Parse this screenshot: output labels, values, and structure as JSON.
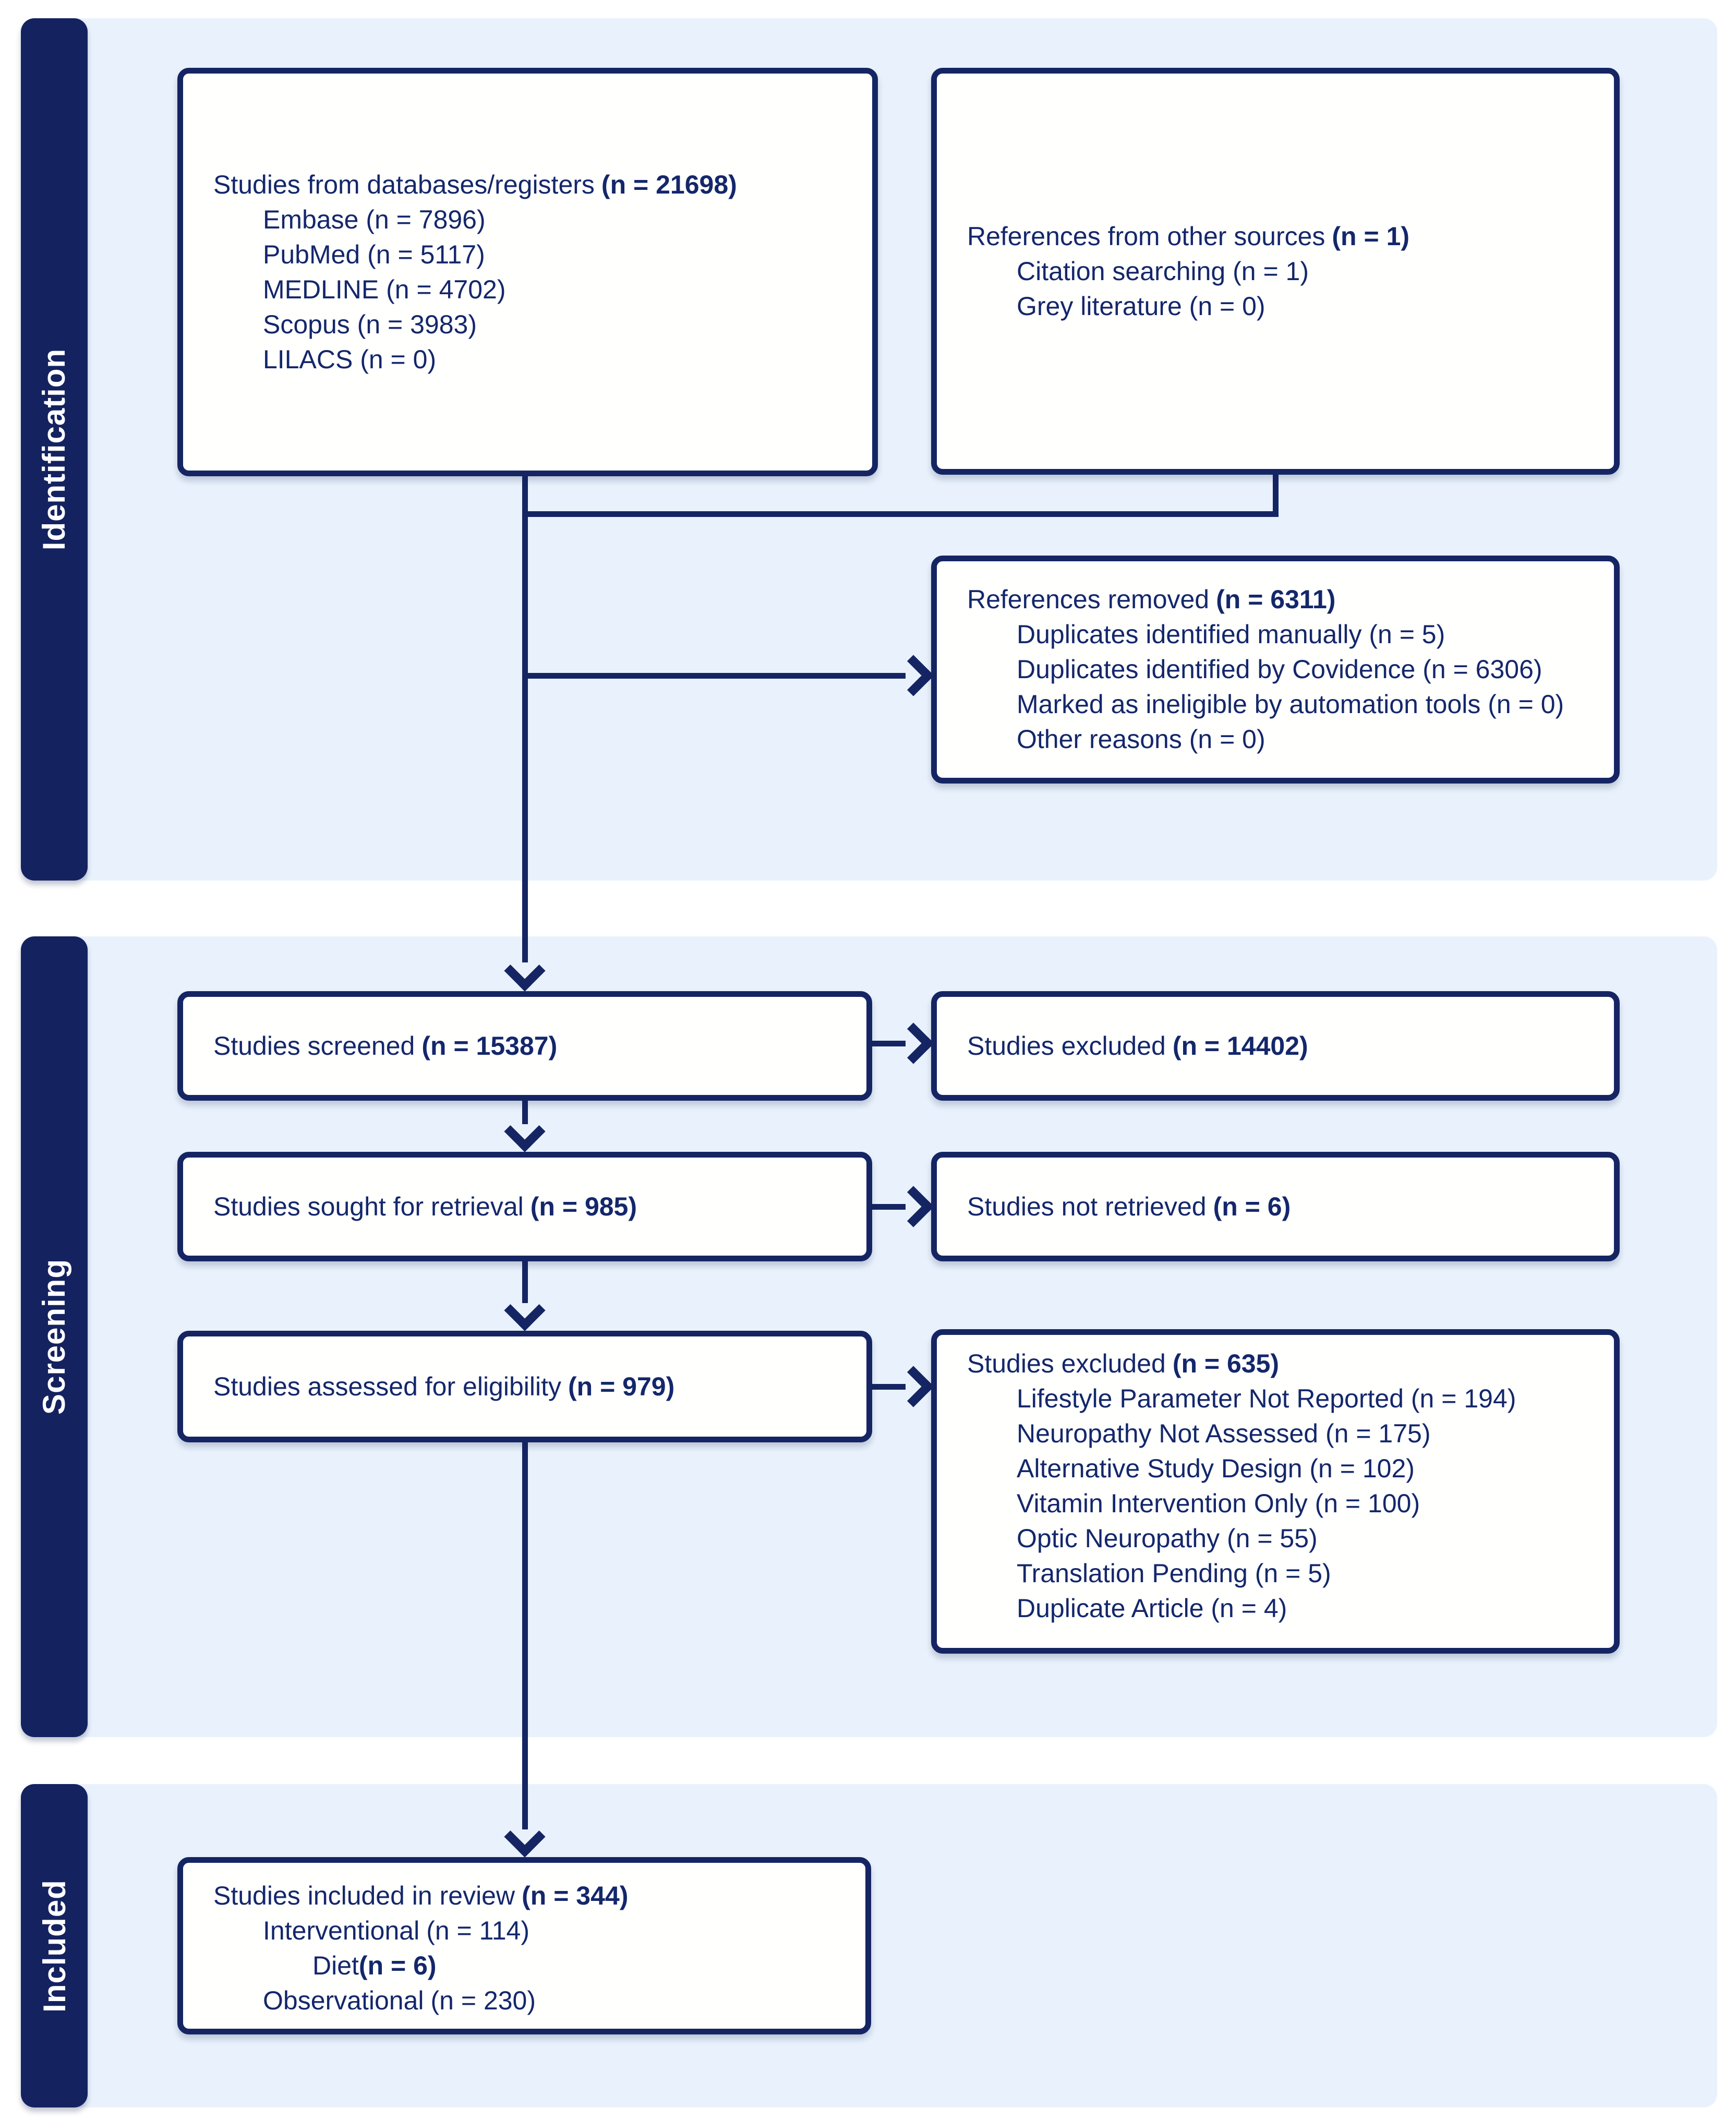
{
  "diagram_type": "PRISMA flow diagram",
  "colors": {
    "navy": "#152563",
    "sidebar_fill": "#142260",
    "band_fill": "#e9f2fc",
    "box_fill": "#ffffff",
    "text": "#14276b",
    "sidebar_text": "#ffffff",
    "page_background": "#ffffff"
  },
  "sections": [
    {
      "label": "Identification"
    },
    {
      "label": "Screening"
    },
    {
      "label": "Included"
    }
  ],
  "boxes": {
    "databases": {
      "title": "Studies from databases/registers",
      "n": "(n = 21698)",
      "items": [
        "Embase (n = 7896)",
        "PubMed (n = 5117)",
        "MEDLINE (n = 4702)",
        "Scopus (n = 3983)",
        "LILACS (n = 0)"
      ]
    },
    "other_sources": {
      "title": "References from other sources",
      "n": "(n = 1)",
      "items": [
        "Citation searching (n = 1)",
        "Grey literature (n = 0)"
      ]
    },
    "references_removed": {
      "title": "References removed",
      "n": "(n = 6311)",
      "items": [
        "Duplicates identified manually (n = 5)",
        "Duplicates identified by Covidence (n = 6306)",
        "Marked as ineligible by automation tools (n = 0)",
        "Other reasons (n = 0)"
      ]
    },
    "screened": {
      "title": "Studies screened",
      "n": "(n = 15387)"
    },
    "excluded_screening": {
      "title": "Studies excluded",
      "n": "(n = 14402)"
    },
    "sought": {
      "title": "Studies sought for retrieval",
      "n": "(n = 985)"
    },
    "not_retrieved": {
      "title": "Studies not retrieved",
      "n": "(n = 6)"
    },
    "assessed": {
      "title": "Studies assessed for eligibility",
      "n": "(n = 979)"
    },
    "excluded_eligibility": {
      "title": "Studies excluded",
      "n": "(n = 635)",
      "items": [
        "Lifestyle Parameter Not Reported (n = 194)",
        "Neuropathy Not Assessed (n = 175)",
        "Alternative Study Design (n = 102)",
        "Vitamin Intervention Only (n = 100)",
        "Optic Neuropathy (n = 55)",
        "Translation Pending (n = 5)",
        "Duplicate Article (n = 4)"
      ]
    },
    "included": {
      "title": "Studies included in review",
      "n": "(n = 344)",
      "items": [
        {
          "text": "Interventional",
          "n": "(n = 114)"
        },
        {
          "text": "Diet",
          "n": "(n = 6)"
        },
        {
          "text": "Observational",
          "n": "(n = 230)"
        }
      ]
    }
  }
}
